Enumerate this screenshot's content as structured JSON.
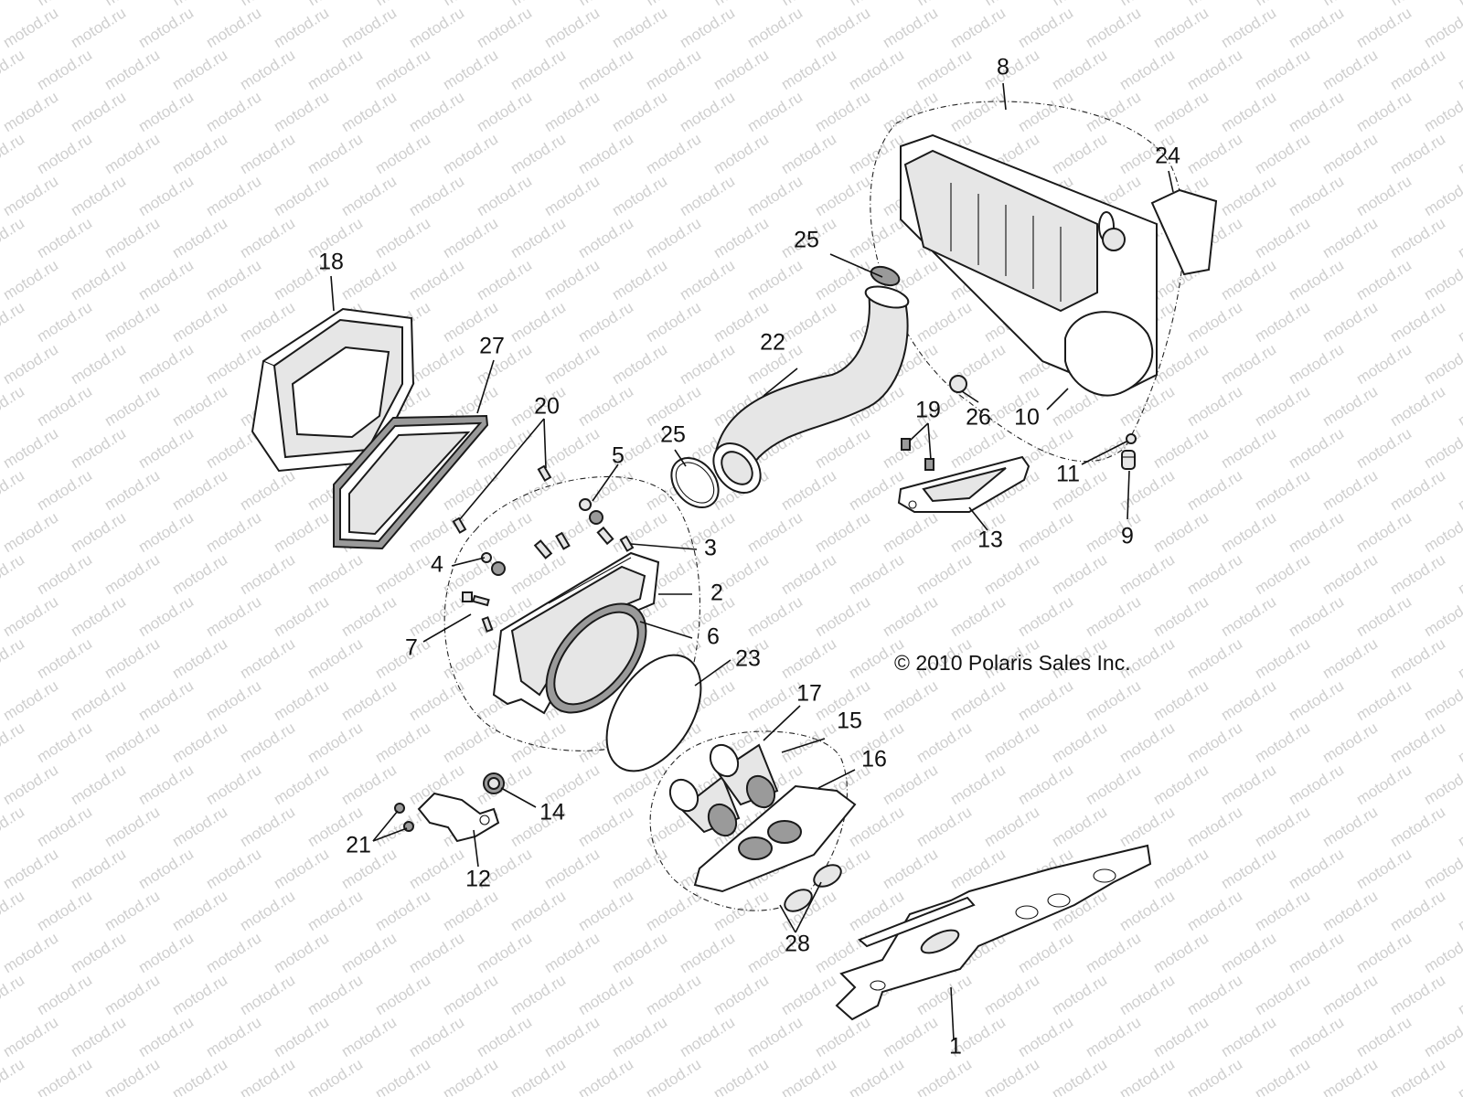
{
  "watermark": "motod.ru",
  "copyright": "© 2010 Polaris Sales Inc.",
  "callouts": [
    "1",
    "2",
    "3",
    "4",
    "5",
    "6",
    "7",
    "8",
    "9",
    "10",
    "11",
    "12",
    "13",
    "14",
    "15",
    "16",
    "17",
    "18",
    "19",
    "20",
    "21",
    "22",
    "23",
    "24",
    "25",
    "25",
    "26",
    "27",
    "28"
  ]
}
